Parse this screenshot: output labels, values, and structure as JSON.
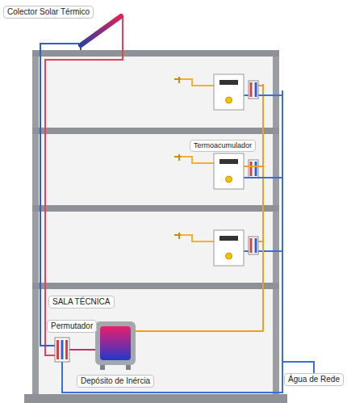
{
  "diagram": {
    "nodes": [
      {
        "text": [
          "Colector Solar Térmico"
        ]
      },
      {
        "text": [
          "Termoacumulador"
        ]
      },
      {
        "text": [
          "SALA TÉCNICA"
        ]
      },
      {
        "text": [
          "Permutador"
        ],
        "in": 2
      },
      {
        "text": [
          "Depósito de Inércia"
        ],
        "in": 2
      },
      {
        "text": [
          "Água de Rede"
        ]
      }
    ],
    "edges": [
      {
        "from": 0,
        "to": 3,
        "arrow": "none"
      },
      {
        "from": 3,
        "to": 4,
        "arrow": "none"
      },
      {
        "from": 4,
        "to": 1,
        "arrow": "none"
      },
      {
        "from": 5,
        "to": 1,
        "arrow": "none"
      }
    ]
  }
}
